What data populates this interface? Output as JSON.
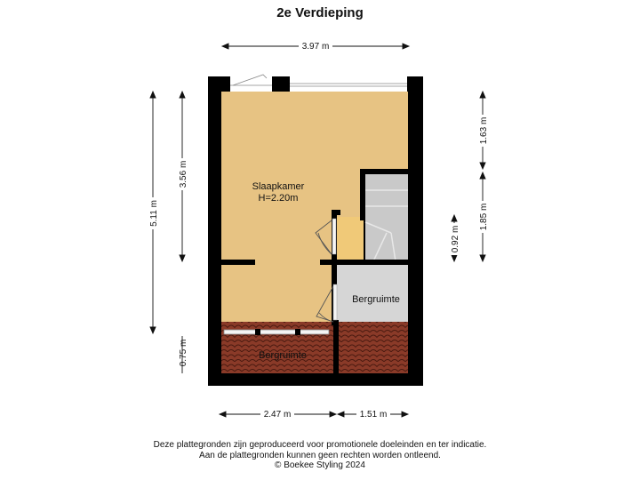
{
  "title": "2e Verdieping",
  "dimensions": {
    "top_width": "3.97 m",
    "left_total": "5.11 m",
    "left_room": "3.56 m",
    "left_bottom": "0.75 m",
    "right_top": "1.63 m",
    "right_mid": "1.85 m",
    "right_inner": "0.92 m",
    "bottom_left": "2.47 m",
    "bottom_right": "1.51 m"
  },
  "rooms": {
    "bedroom_name": "Slaapkamer",
    "bedroom_height": "H=2.20m",
    "storage_right": "Bergruimte",
    "storage_bottom": "Bergruimte"
  },
  "footer": {
    "line1": "Deze plattegronden zijn geproduceerd voor promotionele doeleinden en ter indicatie.",
    "line2": "Aan de plattegronden kunnen geen rechten worden ontleend.",
    "line3": "© Boekee Styling 2024"
  },
  "colors": {
    "wall": "#000000",
    "bedroom_floor": "#e7c383",
    "stair_floor": "#f0c978",
    "storage_floor": "#d6d6d6",
    "roof_tiles": "#8a3a28",
    "stairs": "#c9c9c9"
  }
}
